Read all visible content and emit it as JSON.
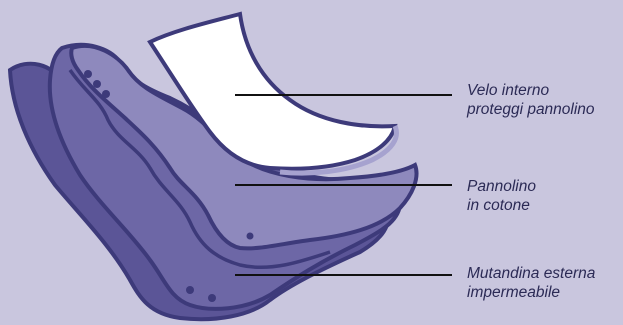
{
  "colors": {
    "background": "#c9c6de",
    "outline": "#3d3a7a",
    "outer_pant": "#6d67a6",
    "cotton_diaper": "#8e89bd",
    "liner": "#ffffff",
    "leader_line": "#111111"
  },
  "labels": [
    {
      "line1": "Velo interno",
      "line2": "proteggi pannolino"
    },
    {
      "line1": "Pannolino",
      "line2": "in cotone"
    },
    {
      "line1": "Mutandina esterna",
      "line2": "impermeabile"
    }
  ]
}
